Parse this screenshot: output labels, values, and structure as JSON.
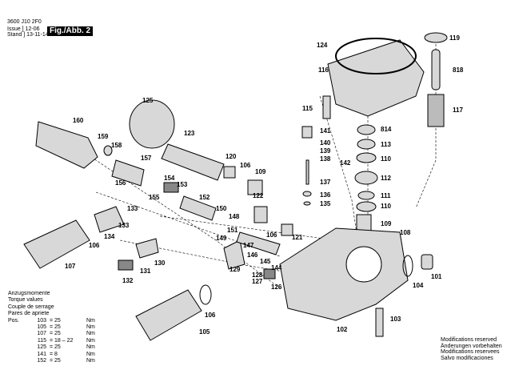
{
  "header": {
    "doc_number": "3600 J10 2F0",
    "issue_label": "Issue",
    "issue_value": "12-06",
    "stand_label": "Stand",
    "stand_value": "13-11-14",
    "figure": "Fig./Abb. 2"
  },
  "torque": {
    "titles": [
      "Anzugsmomente",
      "Torque values",
      "Couple de serrage",
      "Pares de apriete"
    ],
    "pos_label": "Pos.",
    "rows": [
      {
        "pos": "103",
        "value": "= 25",
        "unit": "Nm"
      },
      {
        "pos": "105",
        "value": "= 25",
        "unit": "Nm"
      },
      {
        "pos": "107",
        "value": "= 25",
        "unit": "Nm"
      },
      {
        "pos": "115",
        "value": "= 18 – 22",
        "unit": "Nm"
      },
      {
        "pos": "125",
        "value": "= 25",
        "unit": "Nm"
      },
      {
        "pos": "141",
        "value": "=   8",
        "unit": "Nm"
      },
      {
        "pos": "152",
        "value": "= 25",
        "unit": "Nm"
      }
    ]
  },
  "modifications": [
    "Modifications reserved",
    "Änderungen vorbehalten",
    "Modifications reservees",
    "Salvo modificaciones"
  ],
  "part_labels": [
    "119",
    "124",
    "818",
    "116",
    "117",
    "115",
    "125",
    "141",
    "814",
    "160",
    "123",
    "140",
    "113",
    "159",
    "158",
    "139",
    "110",
    "157",
    "120",
    "142",
    "138",
    "106",
    "109",
    "154",
    "153",
    "137",
    "112",
    "156",
    "155",
    "152",
    "136",
    "111",
    "135",
    "110",
    "150",
    "122",
    "148",
    "133",
    "133",
    "134",
    "151",
    "149",
    "106",
    "121",
    "109",
    "108",
    "147",
    "146",
    "145",
    "144",
    "106",
    "107",
    "130",
    "129",
    "128",
    "127",
    "126",
    "131",
    "132",
    "104",
    "101",
    "106",
    "105",
    "102",
    "103"
  ]
}
